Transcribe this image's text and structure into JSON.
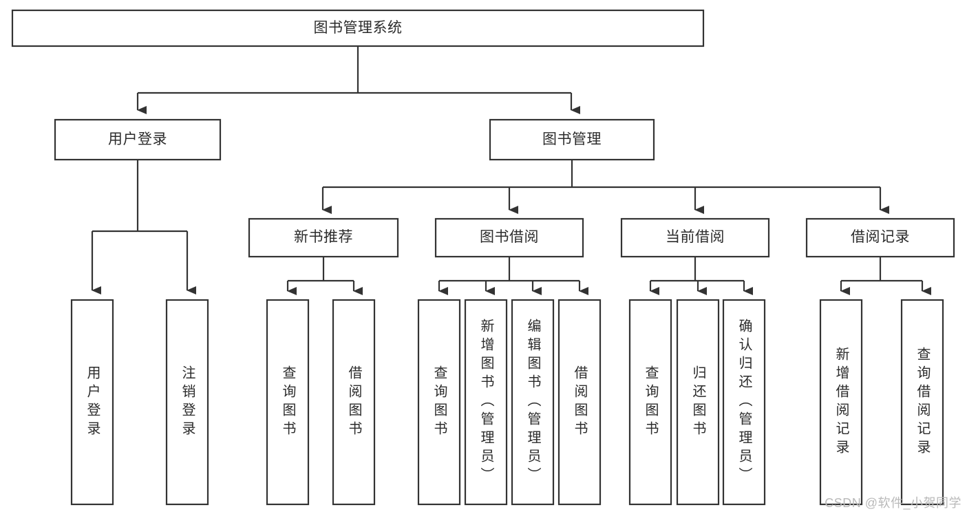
{
  "diagram": {
    "type": "tree",
    "title": "图书管理系统",
    "watermark": "CSDN @软件_小贺同学",
    "colors": {
      "stroke": "#333333",
      "fill": "#ffffff",
      "text": "#2b2b2b",
      "watermark": "#b9b9b9",
      "background": "#ffffff"
    },
    "root": {
      "label": "图书管理系统"
    },
    "level2": [
      {
        "label": "用户登录"
      },
      {
        "label": "图书管理"
      }
    ],
    "level3": [
      {
        "label": "新书推荐"
      },
      {
        "label": "图书借阅"
      },
      {
        "label": "当前借阅"
      },
      {
        "label": "借阅记录"
      }
    ],
    "leaves": {
      "user_login": [
        {
          "label": "用户登录"
        },
        {
          "label": "注销登录"
        }
      ],
      "new_book_recommend": [
        {
          "label": "查询图书"
        },
        {
          "label": "借阅图书"
        }
      ],
      "book_borrow": [
        {
          "label": "查询图书"
        },
        {
          "label": "新增图书（管理员）"
        },
        {
          "label": "编辑图书（管理员）"
        },
        {
          "label": "借阅图书"
        }
      ],
      "current_borrow": [
        {
          "label": "查询图书"
        },
        {
          "label": "归还图书"
        },
        {
          "label": "确认归还（管理员）"
        }
      ],
      "borrow_record": [
        {
          "label": "新增借阅记录"
        },
        {
          "label": "查询借阅记录"
        }
      ]
    }
  }
}
